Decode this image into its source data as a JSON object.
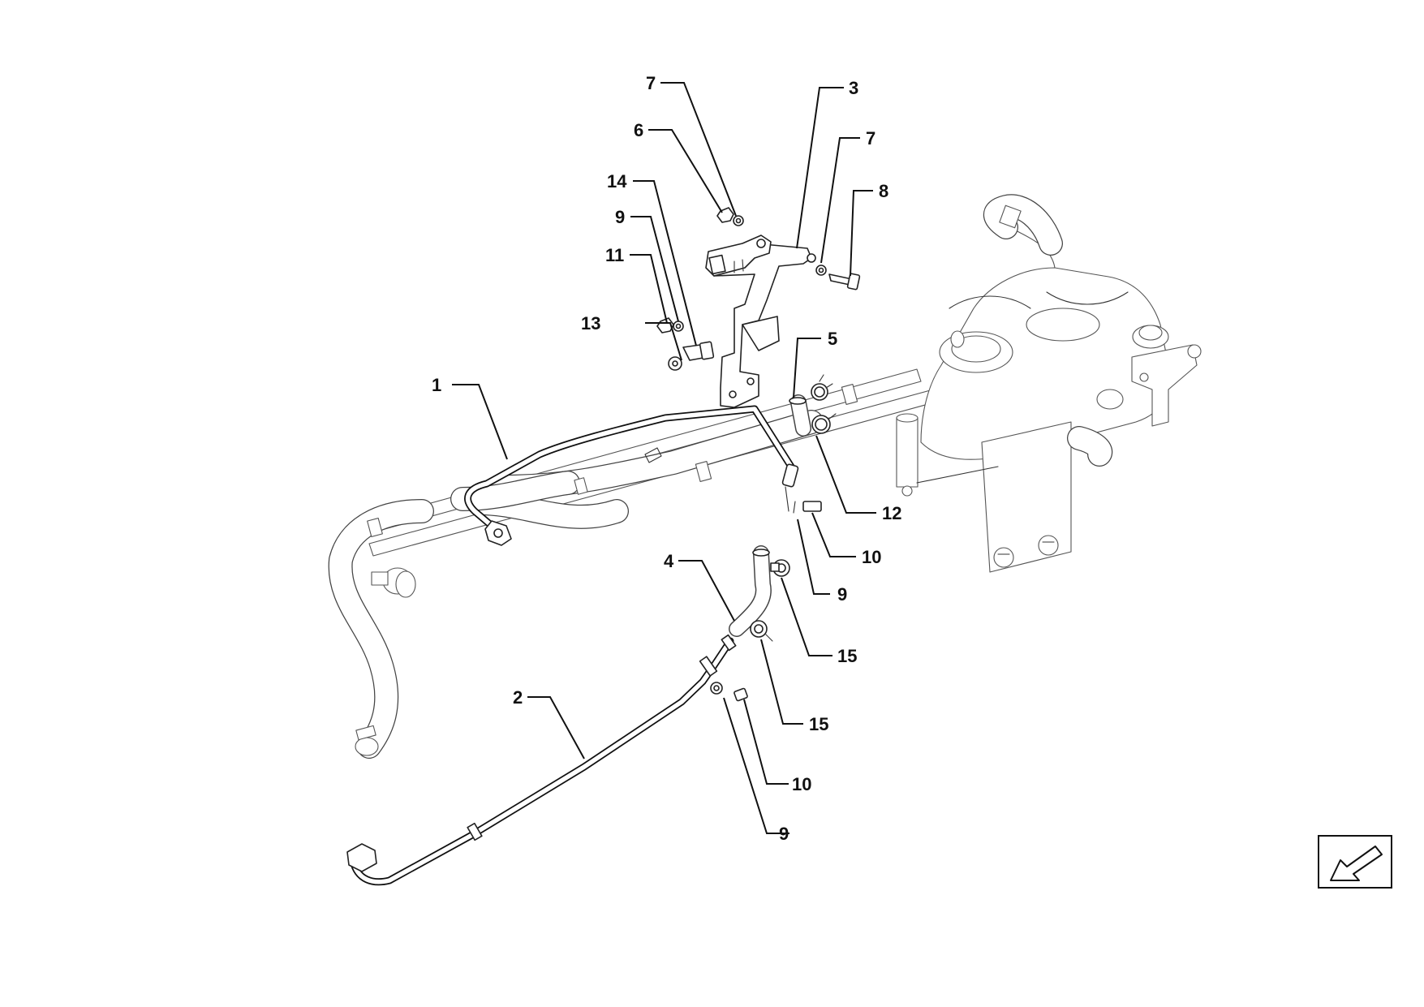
{
  "callouts": [
    {
      "id": "c1",
      "label": "1"
    },
    {
      "id": "c2",
      "label": "2"
    },
    {
      "id": "c3",
      "label": "3"
    },
    {
      "id": "c4",
      "label": "4"
    },
    {
      "id": "c5",
      "label": "5"
    },
    {
      "id": "c6",
      "label": "6"
    },
    {
      "id": "c7a",
      "label": "7"
    },
    {
      "id": "c7b",
      "label": "7"
    },
    {
      "id": "c8",
      "label": "8"
    },
    {
      "id": "c9a",
      "label": "9"
    },
    {
      "id": "c9b",
      "label": "9"
    },
    {
      "id": "c9c",
      "label": "9"
    },
    {
      "id": "c10a",
      "label": "10"
    },
    {
      "id": "c10b",
      "label": "10"
    },
    {
      "id": "c11",
      "label": "11"
    },
    {
      "id": "c12",
      "label": "12"
    },
    {
      "id": "c13",
      "label": "13"
    },
    {
      "id": "c14",
      "label": "14"
    },
    {
      "id": "c15a",
      "label": "15"
    },
    {
      "id": "c15b",
      "label": "15"
    }
  ],
  "orientation_icon": "arrow-down-left-icon"
}
